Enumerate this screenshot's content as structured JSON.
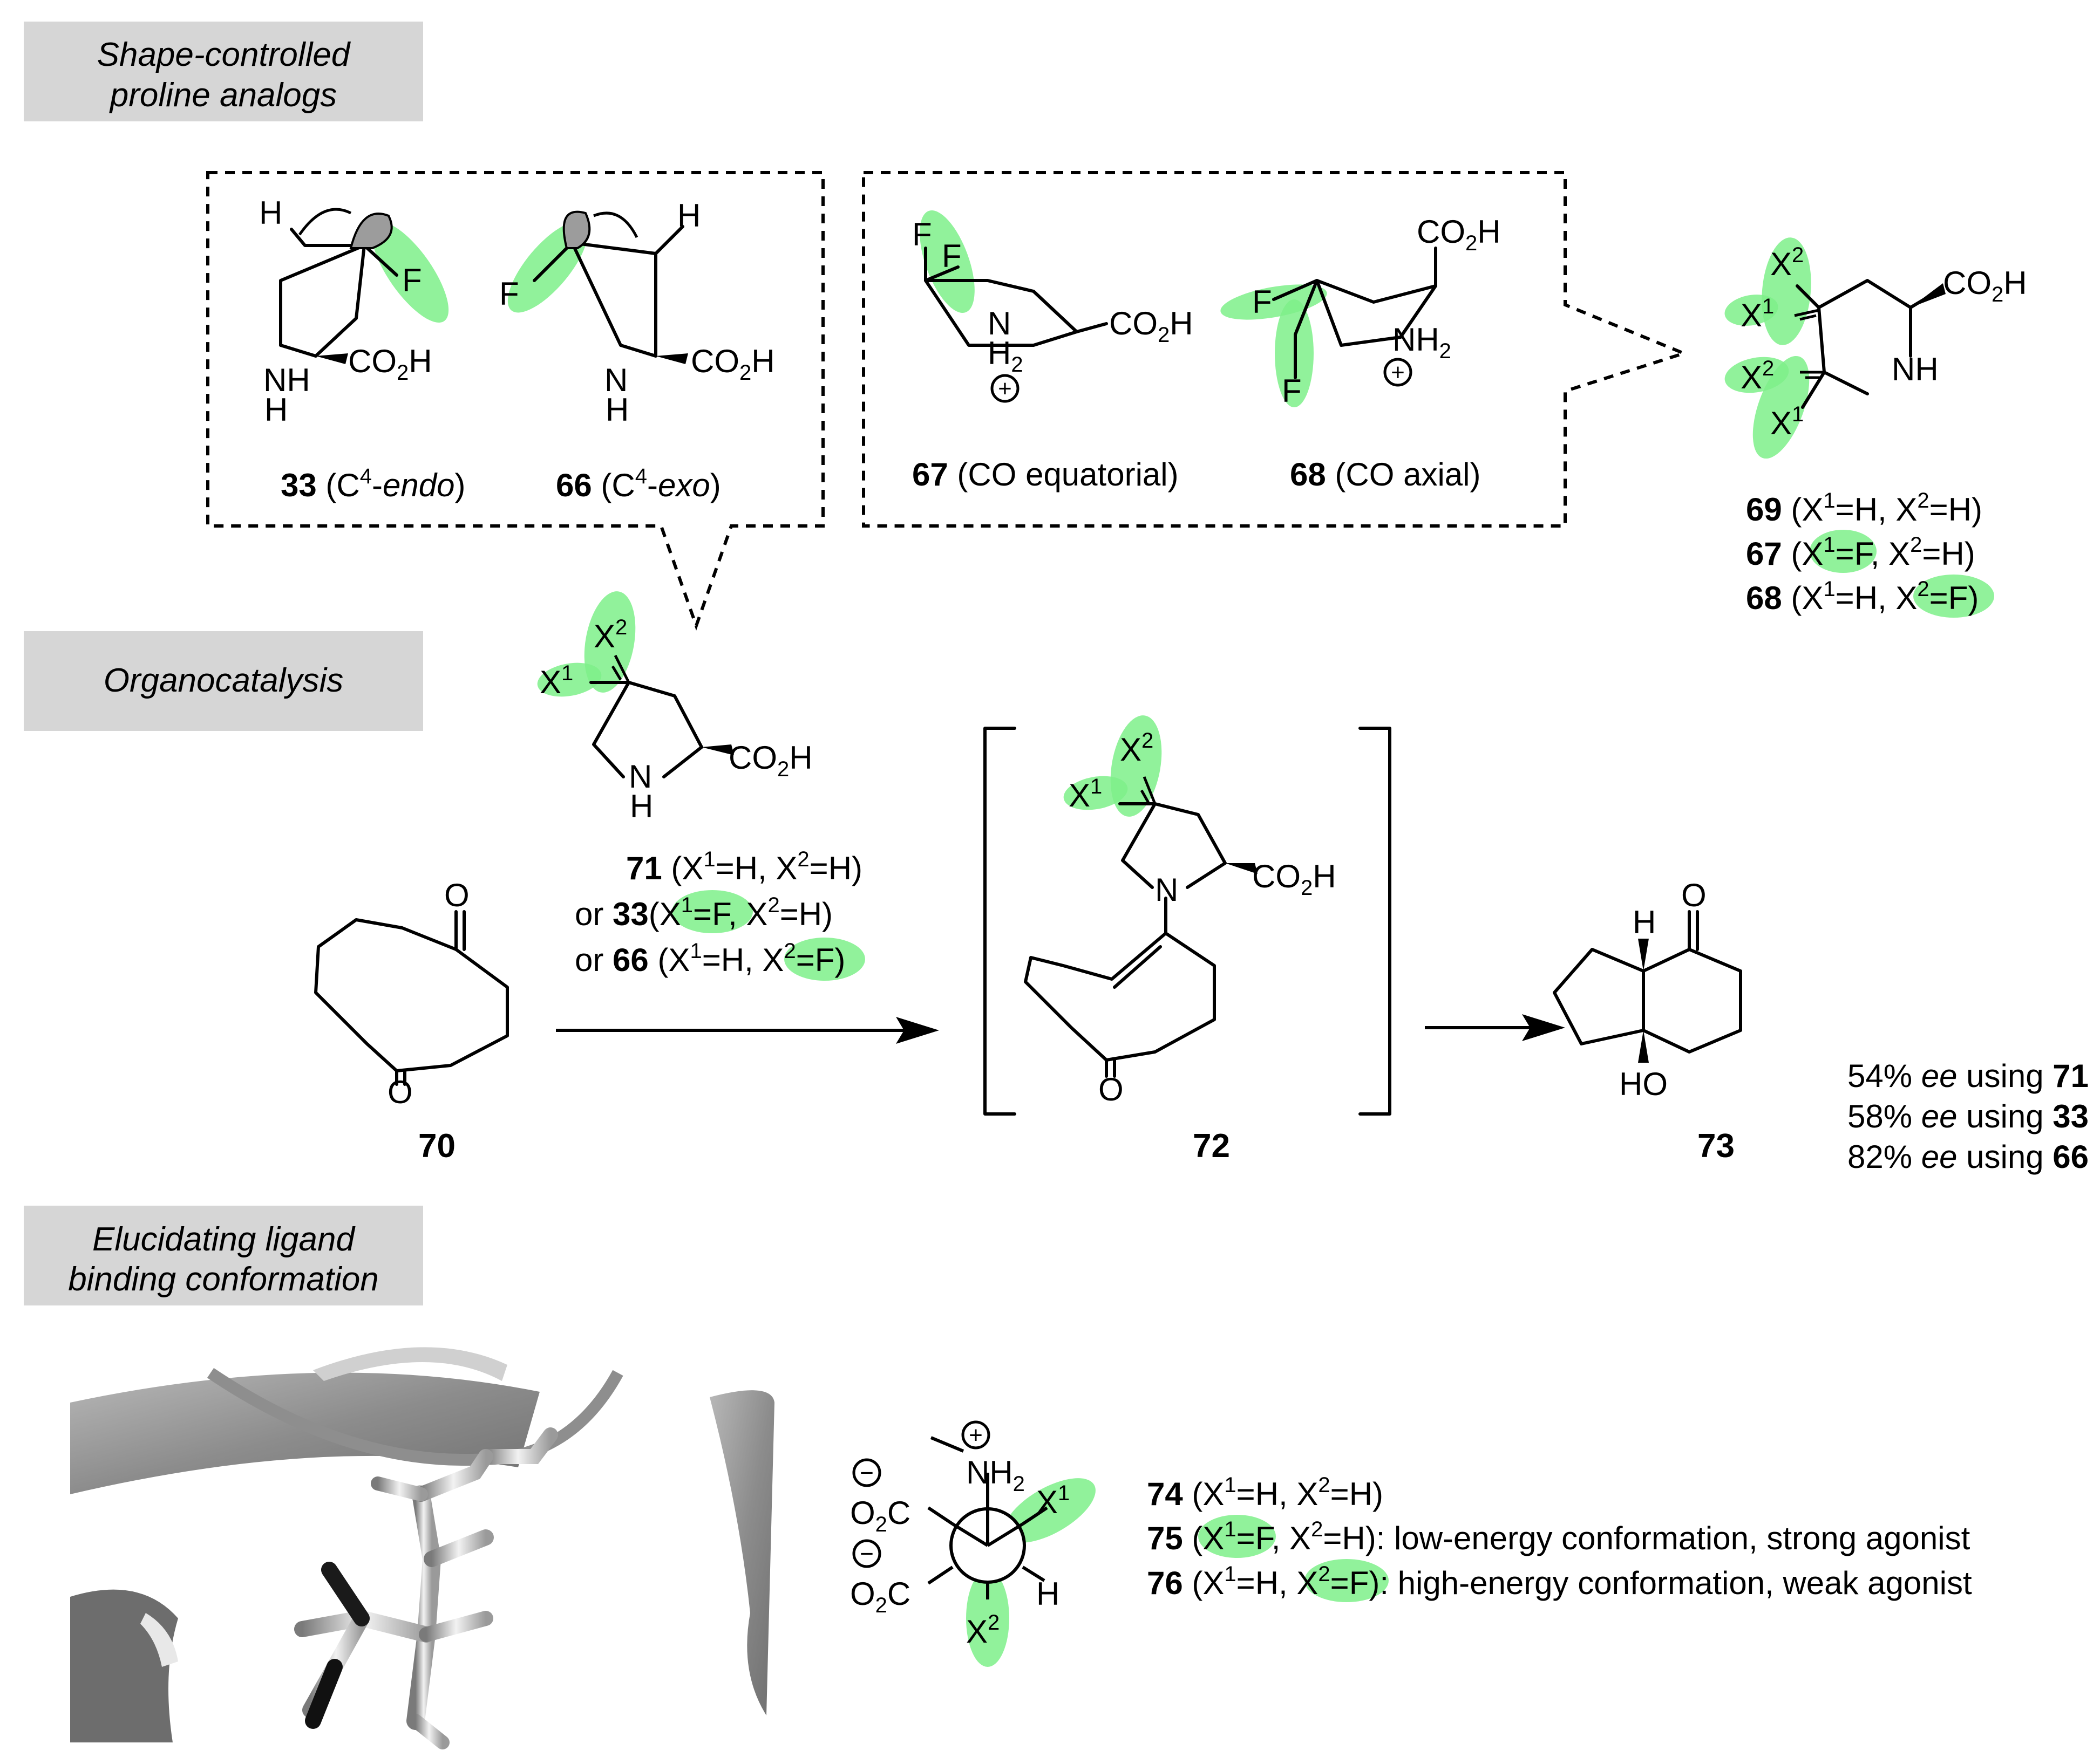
{
  "sections": {
    "shape": {
      "line1": "Shape-controlled",
      "line2": "proline analogs"
    },
    "organo": {
      "line1": "Organocatalysis"
    },
    "ligand": {
      "line1": "Elucidating ligand",
      "line2": "binding conformation"
    }
  },
  "panel_a": {
    "c33": {
      "num": "33",
      "text": " (C",
      "sup": "4",
      "tail": "-",
      "ital": "endo",
      "close": ")"
    },
    "c66": {
      "num": "66",
      "text": " (C",
      "sup": "4",
      "tail": "-",
      "ital": "exo",
      "close": ")"
    },
    "c67": {
      "num": "67",
      "text": " (CO equatorial)"
    },
    "c68": {
      "num": "68",
      "text": " (CO axial)"
    }
  },
  "right_list": [
    {
      "num": "69",
      "a": " (X",
      "s1": "1",
      "b": "=H, X",
      "s2": "2",
      "c": "=H)"
    },
    {
      "num": "67",
      "a": " (X",
      "s1": "1",
      "b": "=F, X",
      "s2": "2",
      "c": "=H)"
    },
    {
      "num": "68",
      "a": " (X",
      "s1": "1",
      "b": "=H, X",
      "s2": "2",
      "c": "=F)"
    }
  ],
  "catalysts": [
    {
      "pre": "",
      "num": "71",
      "a": " (X",
      "s1": "1",
      "b": "=H, X",
      "s2": "2",
      "c": "=H)"
    },
    {
      "pre": "or ",
      "num": "33",
      "a": "(X",
      "s1": "1",
      "b": "=F, X",
      "s2": "2",
      "c": "=H)"
    },
    {
      "pre": "or ",
      "num": "66",
      "a": " (X",
      "s1": "1",
      "b": "=H, X",
      "s2": "2",
      "c": "=F)"
    }
  ],
  "compounds": {
    "c70": "70",
    "c72": "72",
    "c73": "73"
  },
  "ee_results": [
    {
      "value": "54%",
      "ee": "ee",
      "using": " using ",
      "num": "71"
    },
    {
      "value": "58%",
      "ee": "ee",
      "using": " using ",
      "num": "33"
    },
    {
      "value": "82%",
      "ee": "ee",
      "using": " using ",
      "num": "66"
    }
  ],
  "ligand_list": [
    {
      "num": "74",
      "a": " (X",
      "s1": "1",
      "b": "=H, X",
      "s2": "2",
      "c": "=H)"
    },
    {
      "num": "75",
      "a": " (X",
      "s1": "1",
      "b": "=F, X",
      "s2": "2",
      "c": "=H): low-energy conformation, strong agonist"
    },
    {
      "num": "76",
      "a": " (X",
      "s1": "1",
      "b": "=H, X",
      "s2": "2",
      "c": "=F): high-energy conformation, weak agonist"
    }
  ],
  "atoms": {
    "H": "H",
    "F": "F",
    "N": "N",
    "NH": "NH",
    "O": "O",
    "HO": "HO",
    "CO": "CO",
    "two": "2",
    "X": "X",
    "one": "1",
    "plus": "+",
    "minus": "−"
  },
  "colors": {
    "highlight": "#7ef08a",
    "header_bg": "#d6d6d6",
    "ribbon": "#9a9a9a"
  }
}
